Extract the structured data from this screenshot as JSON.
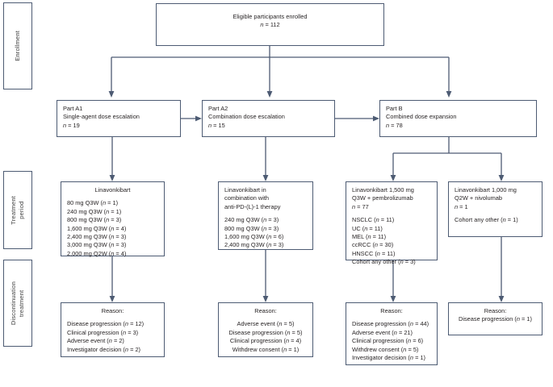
{
  "stages": [
    {
      "label": "Enrollment"
    },
    {
      "label": "Treatment\nperiod"
    },
    {
      "label": "Discontinuation\ntreatment"
    }
  ],
  "enrollment": {
    "title": "Eligible participants enrolled",
    "n": "n = 112"
  },
  "parts": [
    {
      "name": "Part A1",
      "desc": "Single-agent dose escalation",
      "n": "n = 19"
    },
    {
      "name": "Part A2",
      "desc": "Combination dose escalation",
      "n": "n = 15"
    },
    {
      "name": "Part B",
      "desc": "Combined dose expansion",
      "n": "n = 78"
    }
  ],
  "treatment": [
    {
      "heading": "Linavonkibart",
      "n": "",
      "items": "80 mg Q3W (n = 1)\n240 mg Q3W (n = 1)\n800 mg Q3W (n = 3)\n1,600 mg Q3W (n = 4)\n2,400 mg Q3W (n = 3)\n3,000 mg Q3W (n = 3)\n2,000 mg Q2W (n = 4)"
    },
    {
      "heading": "Linavonkibart in\ncombination with\nanti-PD-(L)-1 therapy",
      "n": "",
      "items": "240 mg Q3W (n = 3)\n800 mg Q3W (n = 3)\n1,600 mg Q3W (n = 6)\n2,400 mg Q3W (n = 3)"
    },
    {
      "heading": "Linavonkibart 1,500 mg\nQ3W + pembrolizumab",
      "n": "n = 77",
      "items": "NSCLC (n = 11)\nUC (n = 11)\nMEL (n = 11)\nccRCC (n = 30)\nHNSCC (n = 11)\nCohort any other (n = 3)"
    },
    {
      "heading": "Linavonkibart 1,000 mg\nQ2W + nivolumab",
      "n": "n = 1",
      "items": "Cohort any other (n = 1)"
    }
  ],
  "discontinuation": [
    {
      "heading": "Reason:",
      "items": "Disease progression (n = 12)\nClinical progression (n = 3)\nAdverse event (n = 2)\nInvestigator decision (n = 2)"
    },
    {
      "heading": "Reason:",
      "items": "Adverse event (n = 5)\nDisease progression (n = 5)\nClinical progression (n = 4)\nWithdrew consent (n = 1)"
    },
    {
      "heading": "Reason:",
      "items": "Disease progression (n = 44)\nAdverse event (n =  21)\nClinical progression (n = 6)\nWithdrew consent (n = 5)\nInvestigator decision (n = 1)"
    },
    {
      "heading": "Reason:",
      "items": "Disease progression (n = 1)"
    }
  ],
  "colors": {
    "stroke": "#4d5b73",
    "text": "#231f20",
    "background": "#ffffff"
  }
}
